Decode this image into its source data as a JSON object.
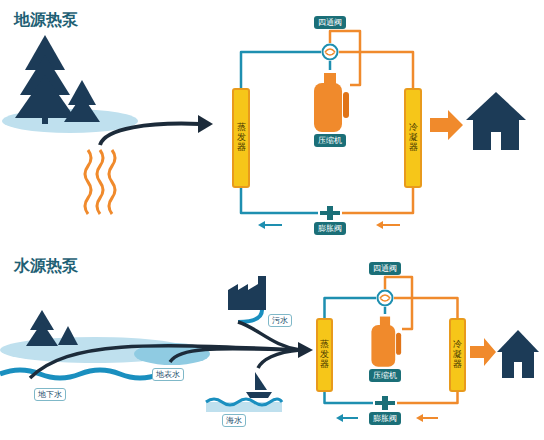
{
  "diagram": {
    "nodes": [
      {
        "text": [
          "四通阀"
        ]
      },
      {
        "text": [
          "蒸发器"
        ]
      },
      {
        "text": [
          "压缩机"
        ]
      },
      {
        "text": [
          "冷凝器"
        ]
      },
      {
        "text": [
          "膨胀阀"
        ]
      },
      {
        "text": [
          "四通阀"
        ]
      },
      {
        "text": [
          "蒸发器"
        ]
      },
      {
        "text": [
          "压缩机"
        ]
      },
      {
        "text": [
          "冷凝器"
        ]
      },
      {
        "text": [
          "膨胀阀"
        ]
      }
    ],
    "edges": [
      {
        "from": 1,
        "to": 0,
        "arrow": "none"
      },
      {
        "from": 0,
        "to": 2,
        "arrow": "none"
      },
      {
        "from": 2,
        "to": 0,
        "arrow": "none"
      },
      {
        "from": 0,
        "to": 3,
        "arrow": "none"
      },
      {
        "from": 3,
        "to": 4,
        "arrow": "none"
      },
      {
        "from": 4,
        "to": 1,
        "arrow": "none"
      },
      {
        "from": 6,
        "to": 5,
        "arrow": "none"
      },
      {
        "from": 5,
        "to": 7,
        "arrow": "none"
      },
      {
        "from": 7,
        "to": 5,
        "arrow": "none"
      },
      {
        "from": 5,
        "to": 8,
        "arrow": "none"
      },
      {
        "from": 8,
        "to": 9,
        "arrow": "none"
      },
      {
        "from": 9,
        "to": 6,
        "arrow": "none"
      }
    ],
    "labels": [
      "地源热泵",
      "水源热泵",
      "污水",
      "地表水",
      "地下水",
      "海水"
    ]
  }
}
